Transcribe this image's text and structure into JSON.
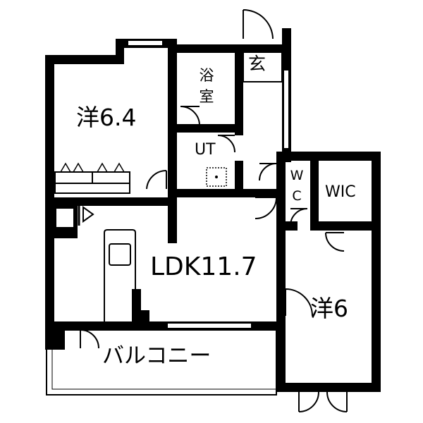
{
  "rooms": {
    "western_room_1": "洋6.4",
    "bathroom_line1": "浴",
    "bathroom_line2": "室",
    "entrance": "玄",
    "utility": "UT",
    "toilet_line1": "W",
    "toilet_line2": "C",
    "walk_in_closet": "WIC",
    "ldk": "LDK11.7",
    "western_room_2": "洋6",
    "balcony": "バルコニー"
  },
  "colors": {
    "wall": "#000000",
    "background": "#ffffff",
    "fixture": "#000000"
  }
}
